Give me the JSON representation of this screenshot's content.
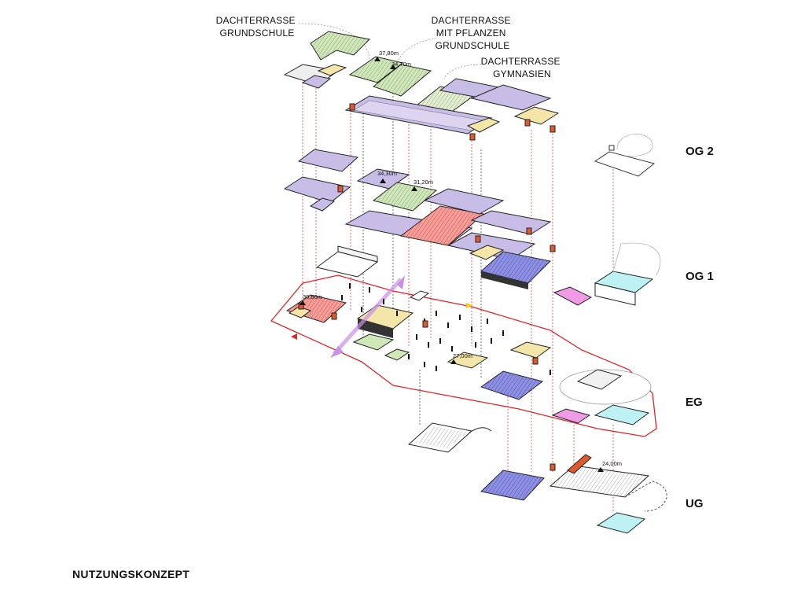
{
  "callouts": {
    "roof_primary": "DACHTERRASSE\nGRUNDSCHULE",
    "roof_plants": "DACHTERRASSE\nMIT PFLANZEN\nGRUNDSCHULE",
    "roof_gym": "DACHTERRASSE\nGYMNASIEN"
  },
  "levels": {
    "og2": "OG 2",
    "og1": "OG 1",
    "eg": "EG",
    "ug": "UG"
  },
  "elevations": {
    "e1": "37,80m",
    "e2": "34,70m",
    "e3": "34,30m",
    "e4": "31,20m",
    "e5": "30,80m",
    "e6": "27,00m",
    "e7": "24,00m"
  },
  "caption": "NUTZUNGSKONZEPT",
  "colors": {
    "classroom": "#c8bde6",
    "green": "#cfe8b8",
    "red_hatch": "#f4a09a",
    "yellow": "#f3e6a8",
    "blue": "#8e90e0",
    "cyan": "#bdf1f3",
    "pink": "#ef9be6",
    "orange": "#e05a2b",
    "line": "#222222",
    "boundary": "#e0262a"
  }
}
